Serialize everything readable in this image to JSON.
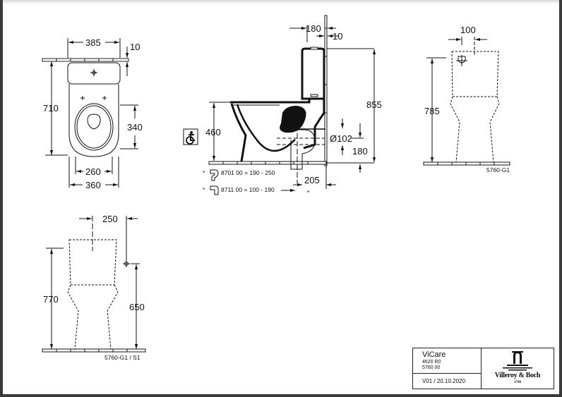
{
  "title_block": {
    "product_name": "ViCare",
    "article_code_1": "4620 R0",
    "article_code_2": "5760 00",
    "version_date": "V01 / 20.10.2020",
    "brand_logo": "Villeroy & Boch",
    "brand_year": "1748"
  },
  "top_view": {
    "dim_width_tank": "385",
    "dim_wall_gap": "10",
    "dim_depth": "710",
    "dim_seat_depth": "340",
    "dim_bowl_inner": "260",
    "dim_bowl_outer": "360"
  },
  "side_view": {
    "dim_tank_depth": "180",
    "dim_wall_gap": "10",
    "dim_total_height": "855",
    "dim_seat_height": "460",
    "dim_outlet_diameter": "Ø102",
    "dim_outlet_height": "180",
    "dim_outlet_offset": "205",
    "dim_outlet_offset_note": "*",
    "accessibility_icon": "wheelchair-icon",
    "note_1_marker": "*",
    "note_1_text": "8701 00 = 190 - 250",
    "note_2_marker": "*",
    "note_2_text": "8711 00 = 100 - 190"
  },
  "front_view_top_right": {
    "dim_inlet_offset": "100",
    "dim_height": "785",
    "ref_code": "5760-G1"
  },
  "front_view_bottom_left": {
    "dim_inlet_offset": "250",
    "dim_height": "770",
    "dim_water_supply_height": "650",
    "ref_code": "5760-G1 / S1"
  }
}
